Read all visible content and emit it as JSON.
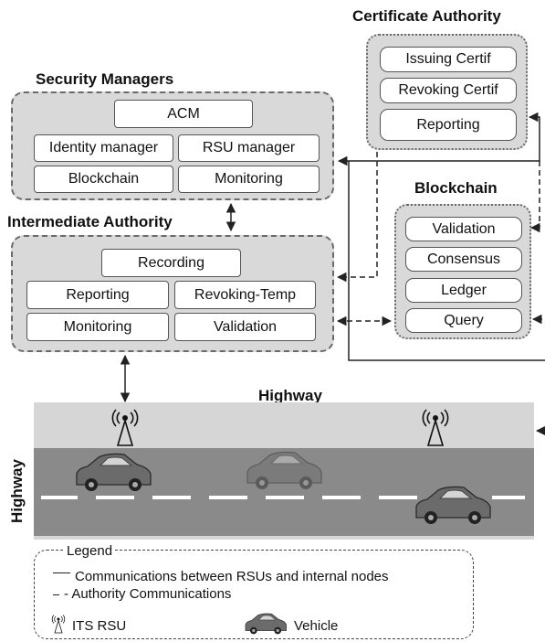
{
  "titles": {
    "certificate_authority": "Certificate Authority",
    "security_managers": "Security Managers",
    "intermediate_authority": "Intermediate Authority",
    "blockchain": "Blockchain",
    "highway_top": "Highway",
    "highway_side": "Highway"
  },
  "certificate_authority": {
    "issuing": "Issuing Certif",
    "revoking": "Revoking Certif",
    "reporting": "Reporting"
  },
  "security_managers": {
    "acm": "ACM",
    "identity_manager": "Identity manager",
    "rsu_manager": "RSU manager",
    "blockchain": "Blockchain",
    "monitoring": "Monitoring"
  },
  "intermediate_authority": {
    "recording": "Recording",
    "reporting": "Reporting",
    "revoking_temp": "Revoking-Temp",
    "monitoring": "Monitoring",
    "validation": "Validation"
  },
  "blockchain": {
    "validation": "Validation",
    "consensus": "Consensus",
    "ledger": "Ledger",
    "query": "Query"
  },
  "legend": {
    "title": "Legend",
    "solid_label": "Communications between RSUs and internal nodes",
    "dashed_label": "- Authority Communications",
    "rsu_label": "ITS RSU",
    "vehicle_label": "Vehicle"
  },
  "icons": [
    "rsu-antenna-icon",
    "car-icon"
  ]
}
